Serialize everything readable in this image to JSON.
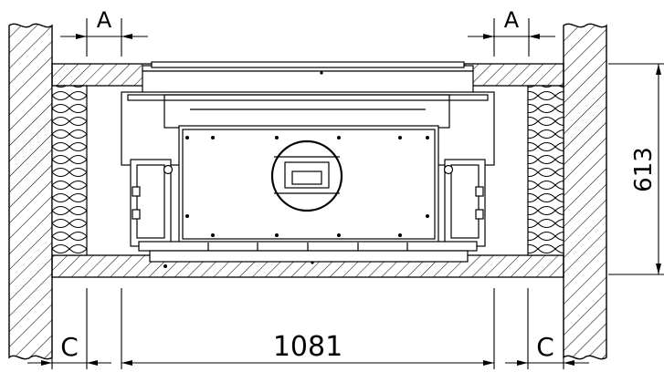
{
  "dimensions": {
    "clearance_top_left": "A",
    "clearance_top_right": "A",
    "clearance_bottom_left": "C",
    "clearance_bottom_right": "C",
    "width": "1081",
    "height": "613"
  },
  "colors": {
    "line": "#000000",
    "background": "#ffffff"
  }
}
